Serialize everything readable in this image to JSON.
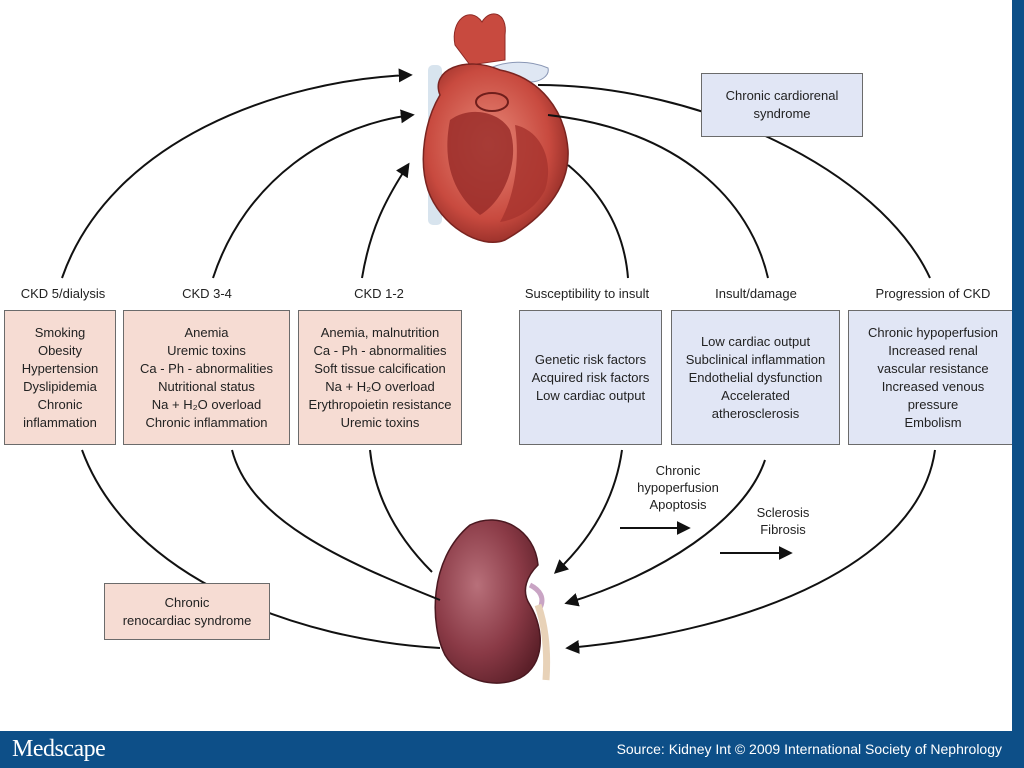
{
  "syndromes": {
    "cardiorenal": [
      "Chronic cardiorenal",
      "syndrome"
    ],
    "renocardiac": [
      "Chronic",
      "renocardiac syndrome"
    ]
  },
  "columns": [
    {
      "id": "ckd5",
      "header": "CKD 5/dialysis",
      "items": [
        "Smoking",
        "Obesity",
        "Hypertension",
        "Dyslipidemia",
        "Chronic",
        "inflammation"
      ]
    },
    {
      "id": "ckd34",
      "header": "CKD 3-4",
      "items": [
        "Anemia",
        "Uremic toxins",
        "Ca - Ph - abnormalities",
        "Nutritional status",
        "Na + H₂O overload",
        "Chronic inflammation"
      ]
    },
    {
      "id": "ckd12",
      "header": "CKD 1-2",
      "items": [
        "Anemia, malnutrition",
        "Ca - Ph - abnormalities",
        "Soft tissue calcification",
        "Na + H₂O overload",
        "Erythropoietin resistance",
        "Uremic toxins"
      ]
    },
    {
      "id": "susceptibility",
      "header": "Susceptibility to insult",
      "items": [
        "Genetic risk factors",
        "Acquired risk factors",
        "Low cardiac output"
      ]
    },
    {
      "id": "insult",
      "header": "Insult/damage",
      "items": [
        "Low cardiac output",
        "Subclinical inflammation",
        "Endothelial dysfunction",
        "Accelerated",
        "atherosclerosis"
      ]
    },
    {
      "id": "progression",
      "header": "Progression of CKD",
      "items": [
        "Chronic hypoperfusion",
        "Increased renal",
        "vascular resistance",
        "Increased venous",
        "pressure",
        "Embolism"
      ]
    }
  ],
  "annotations": {
    "hypoperfusion": [
      "Chronic",
      "hypoperfusion",
      "Apoptosis"
    ],
    "sclerosis": [
      "Sclerosis",
      "Fibrosis"
    ]
  },
  "footer": {
    "brand": "Medscape",
    "source": "Source: Kidney Int © 2009 International Society of Nephrology"
  },
  "colors": {
    "footer_bar": "#0d4f88",
    "pink_box": "#f6dcd3",
    "blue_box": "#e1e6f5",
    "heart_red": "#c84a3f",
    "kidney_maroon": "#8a3a46"
  }
}
